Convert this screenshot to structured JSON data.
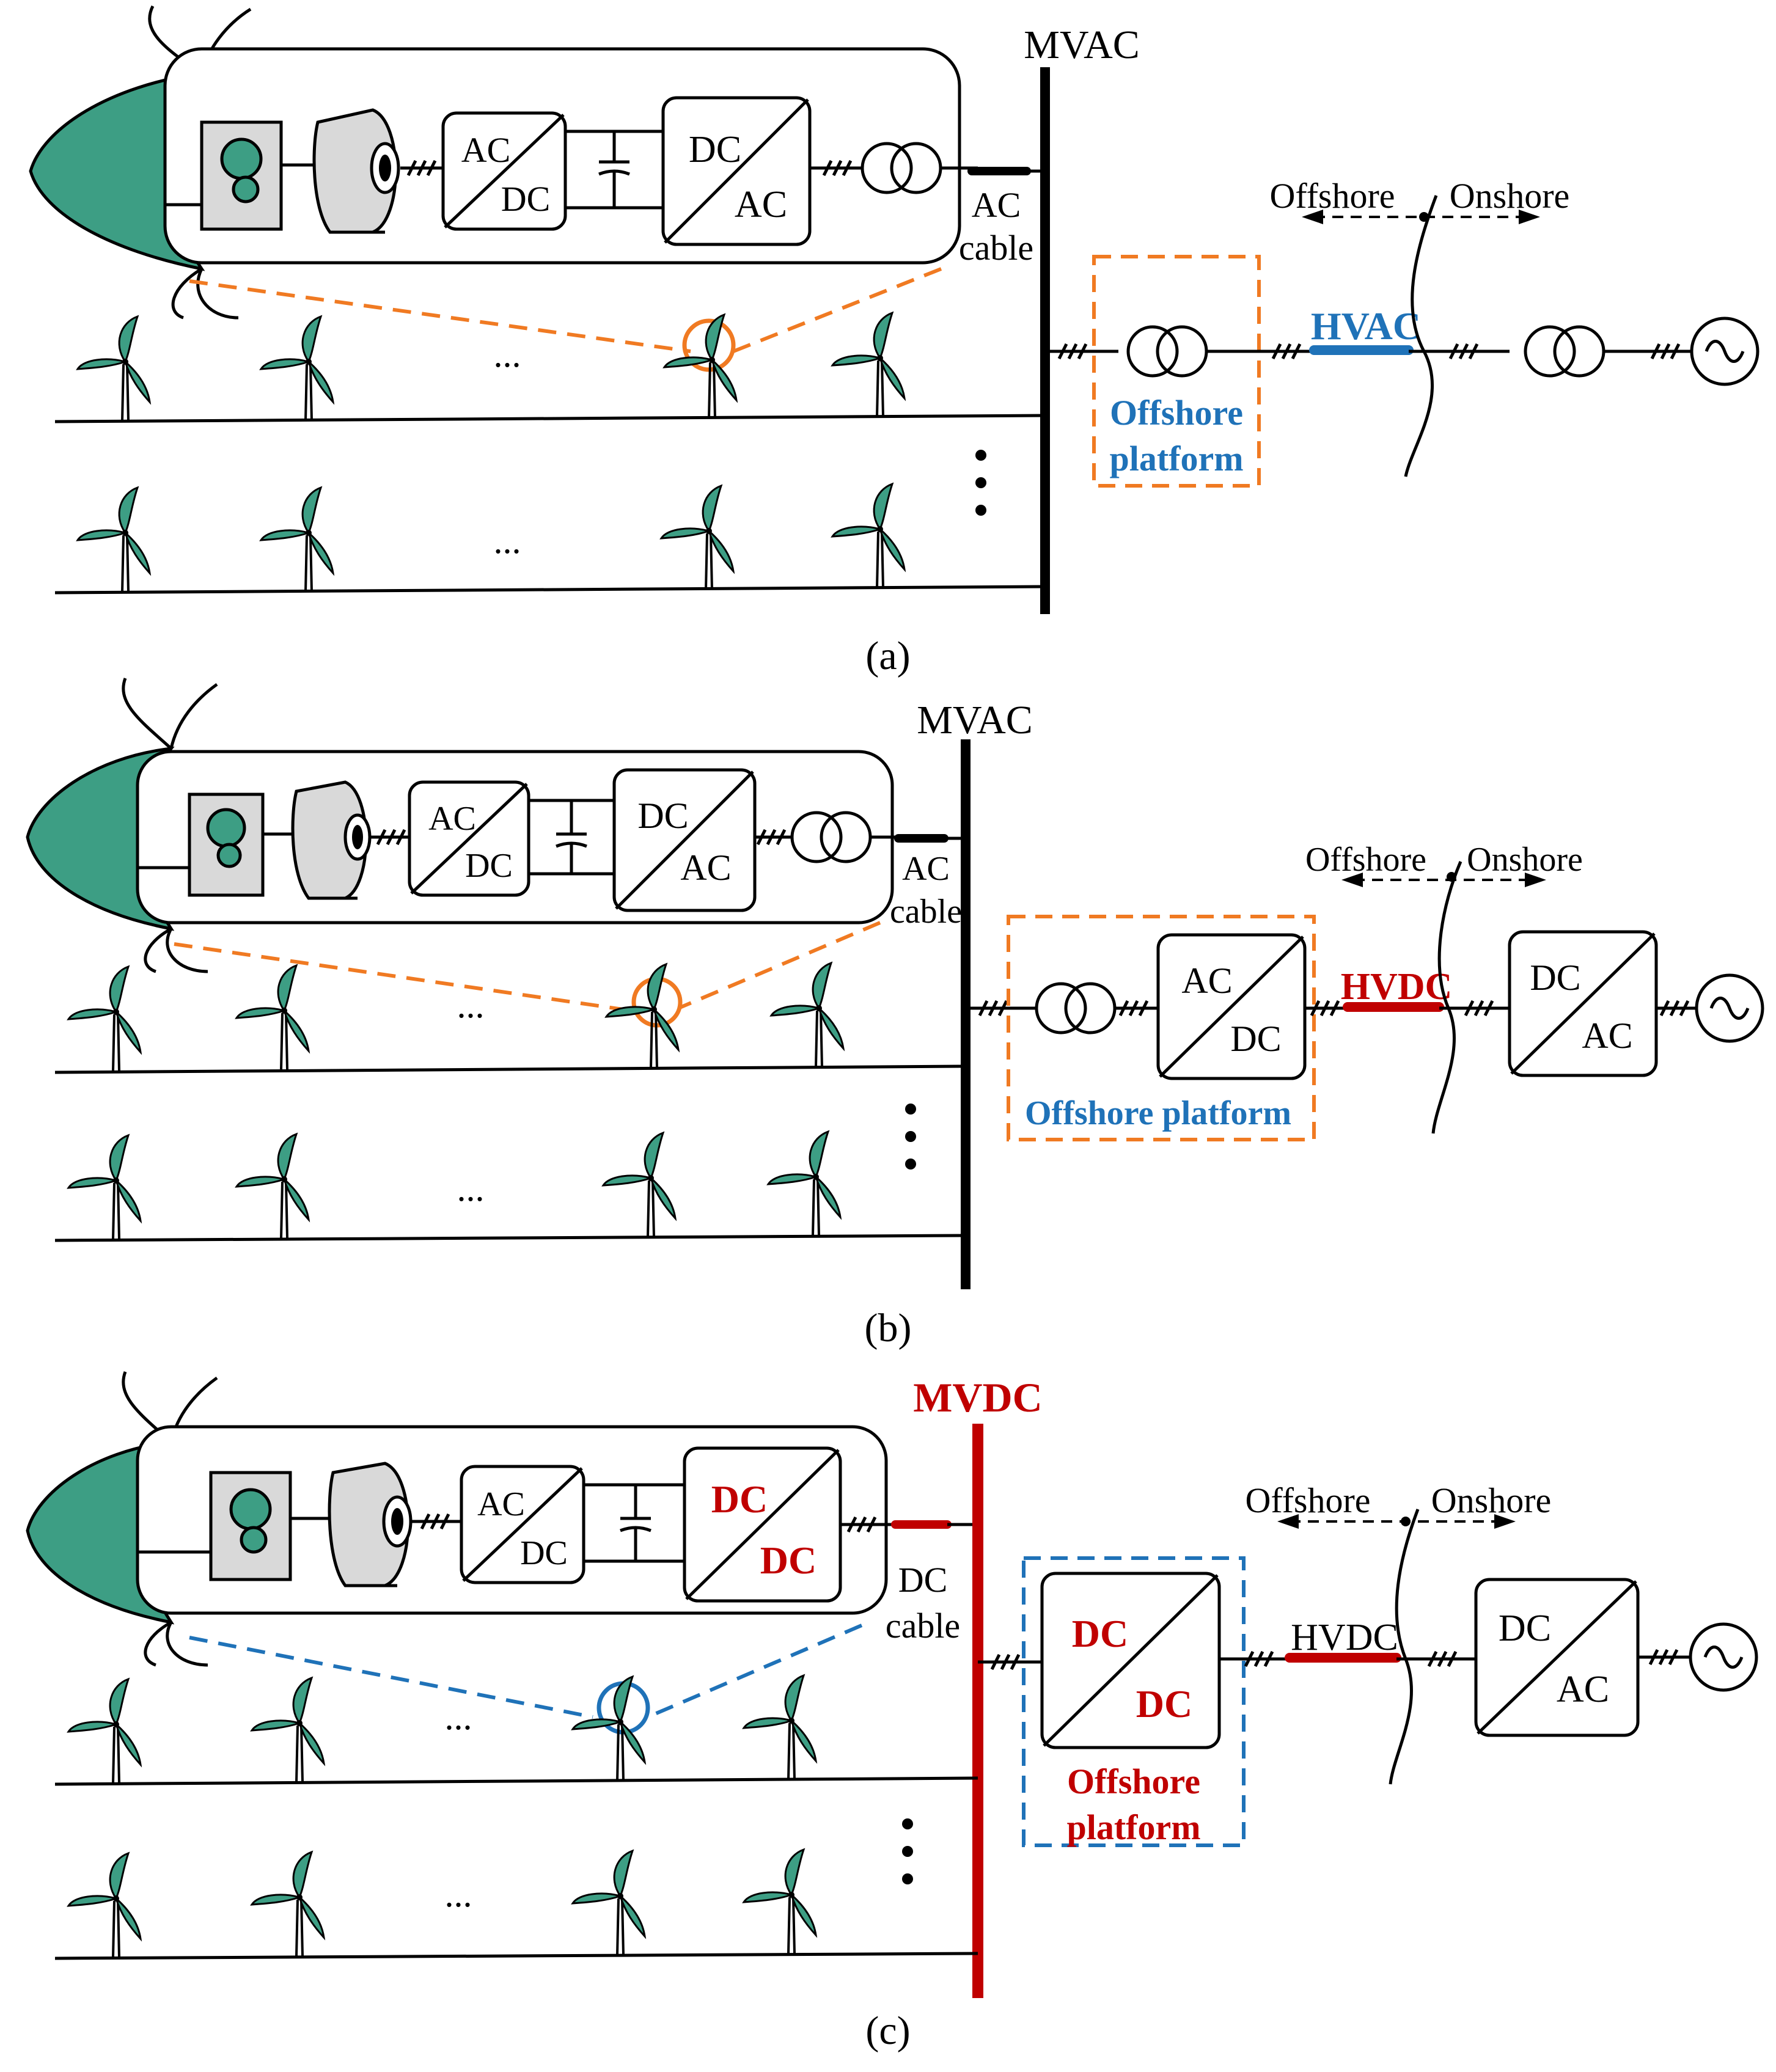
{
  "colors": {
    "turbine": "#3d9e84",
    "orange": "#f07a22",
    "blue": "#1f72b8",
    "red": "#c00000",
    "gray": "#d9d9d9"
  },
  "panels": [
    {
      "caption": "(a)",
      "bus_label": "MVAC",
      "cable_label_1": "AC",
      "cable_label_2": "cable",
      "nacelle": {
        "conv1_top": "AC",
        "conv1_bottom": "DC",
        "conv2_top": "DC",
        "conv2_bottom": "AC",
        "final": "transformer"
      },
      "platform_label_1": "Offshore",
      "platform_label_2": "platform",
      "platform_parts": [
        "transformer"
      ],
      "transmission_label": "HVAC",
      "offshore": "Offshore",
      "onshore": "Onshore",
      "onshore_parts": [
        "transformer"
      ],
      "dots_row1": "...",
      "dots_row2": "..."
    },
    {
      "caption": "(b)",
      "bus_label": "MVAC",
      "cable_label_1": "AC",
      "cable_label_2": "cable",
      "nacelle": {
        "conv1_top": "AC",
        "conv1_bottom": "DC",
        "conv2_top": "DC",
        "conv2_bottom": "AC",
        "final": "transformer"
      },
      "platform_label_1": "Offshore platform",
      "platform_label_2": "",
      "platform_parts": [
        "transformer",
        "AC/DC"
      ],
      "platform_conv_top": "AC",
      "platform_conv_bottom": "DC",
      "transmission_label": "HVDC",
      "offshore": "Offshore",
      "onshore": "Onshore",
      "onshore_conv_top": "DC",
      "onshore_conv_bottom": "AC",
      "dots_row1": "...",
      "dots_row2": "..."
    },
    {
      "caption": "(c)",
      "bus_label": "MVDC",
      "cable_label_1": "DC",
      "cable_label_2": "cable",
      "nacelle": {
        "conv1_top": "AC",
        "conv1_bottom": "DC",
        "conv2_top": "DC",
        "conv2_bottom": "DC",
        "final": "none"
      },
      "platform_label_1": "Offshore",
      "platform_label_2": "platform",
      "platform_conv_top": "DC",
      "platform_conv_bottom": "DC",
      "transmission_label": "HVDC",
      "offshore": "Offshore",
      "onshore": "Onshore",
      "onshore_conv_top": "DC",
      "onshore_conv_bottom": "AC",
      "dots_row1": "...",
      "dots_row2": "..."
    }
  ]
}
